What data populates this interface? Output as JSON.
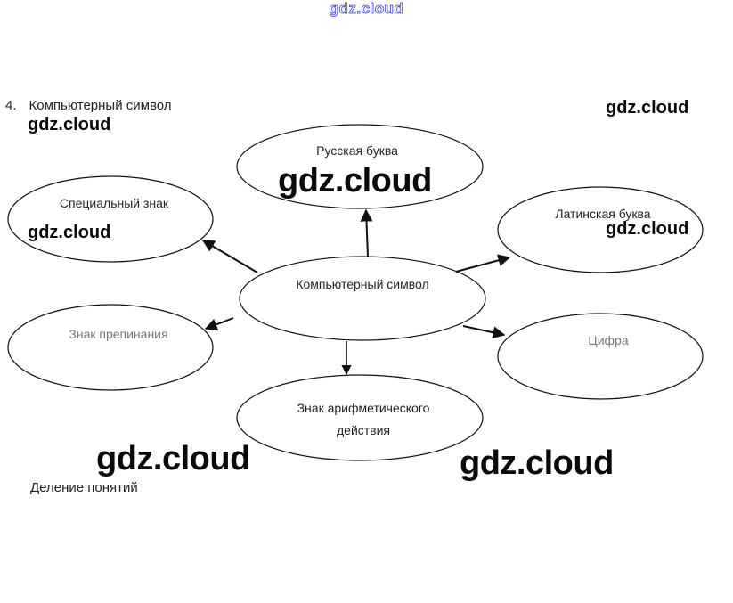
{
  "header_watermark": "gdz.cloud",
  "task": {
    "number": "4.",
    "title": "Компьютерный символ"
  },
  "diagram": {
    "center": "Компьютерный символ",
    "nodes": [
      {
        "id": "russian-letter",
        "label": "Русская буква"
      },
      {
        "id": "special-sign",
        "label": "Специальный знак"
      },
      {
        "id": "latin-letter",
        "label": "Латинская буква"
      },
      {
        "id": "punctuation",
        "label": "Знак препинания"
      },
      {
        "id": "digit",
        "label": "Цифра"
      },
      {
        "id": "arithmetic",
        "label_line1": "Знак арифметического",
        "label_line2": "действия"
      }
    ]
  },
  "watermarks": [
    "gdz.cloud",
    "gdz.cloud",
    "gdz.cloud",
    "gdz.cloud",
    "gdz.cloud",
    "gdz.cloud",
    "gdz.cloud"
  ],
  "caption": "Деление понятий",
  "colors": {
    "stroke": "#111111",
    "header_watermark": "#3a3ad0"
  }
}
